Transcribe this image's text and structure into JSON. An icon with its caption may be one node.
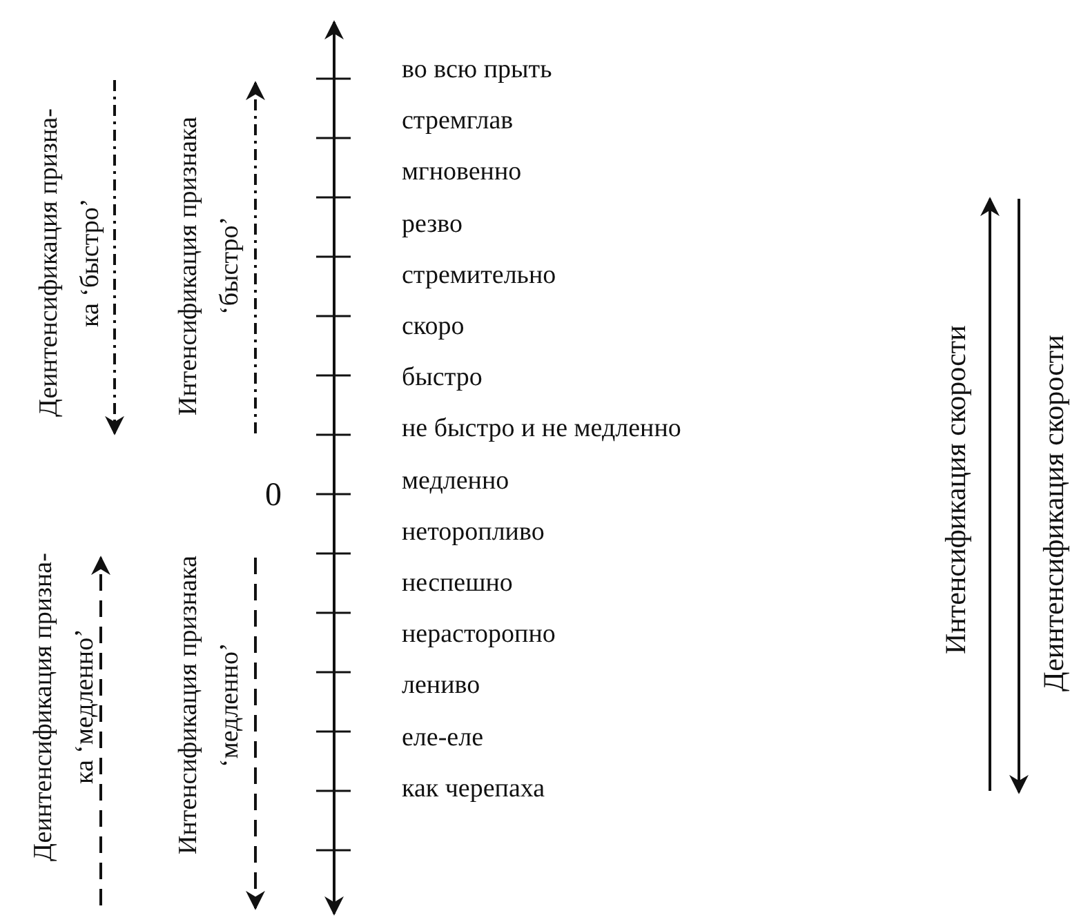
{
  "diagram": {
    "labels": [
      "Деинтенсификация призна- ка ‘быстро’",
      "Интенсификация признака ‘быстро’",
      "0",
      "Деинтенсификация призна- ка ‘медленно’",
      "Интенсификация признака ‘медленно’",
      "во всю прыть",
      "стремглав",
      "мгновенно",
      "резво",
      "стремительно",
      "скоро",
      "быстро",
      "не быстро и не медленно",
      "медленно",
      "неторопливо",
      "неспешно",
      "нерасторопно",
      "лениво",
      "еле-еле",
      "как черепаха",
      "Интенсификация скорости",
      "Деинтенсификация скорости"
    ]
  }
}
